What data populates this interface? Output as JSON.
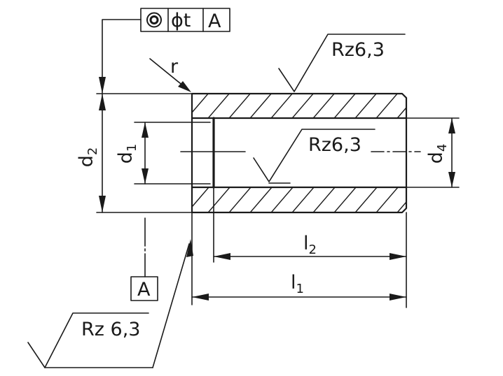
{
  "tolerance_frame": {
    "symbol": "⊚",
    "tolerance_value": "ϕt",
    "datum": "A"
  },
  "surface_finish": {
    "outer": "Rz6,3",
    "inner": "Rz6,3",
    "overall": "Rz 6,3"
  },
  "labels": {
    "radius": "r",
    "d2_letter": "d",
    "d2_index": "2",
    "d1_letter": "d",
    "d1_index": "1",
    "d4_letter": "d",
    "d4_index": "4",
    "l2_letter": "l",
    "l2_index": "2",
    "l1_letter": "l",
    "l1_index": "1",
    "datum_box": "A"
  },
  "colors": {
    "ink": "#1a1a1a",
    "paper": "#ffffff"
  }
}
